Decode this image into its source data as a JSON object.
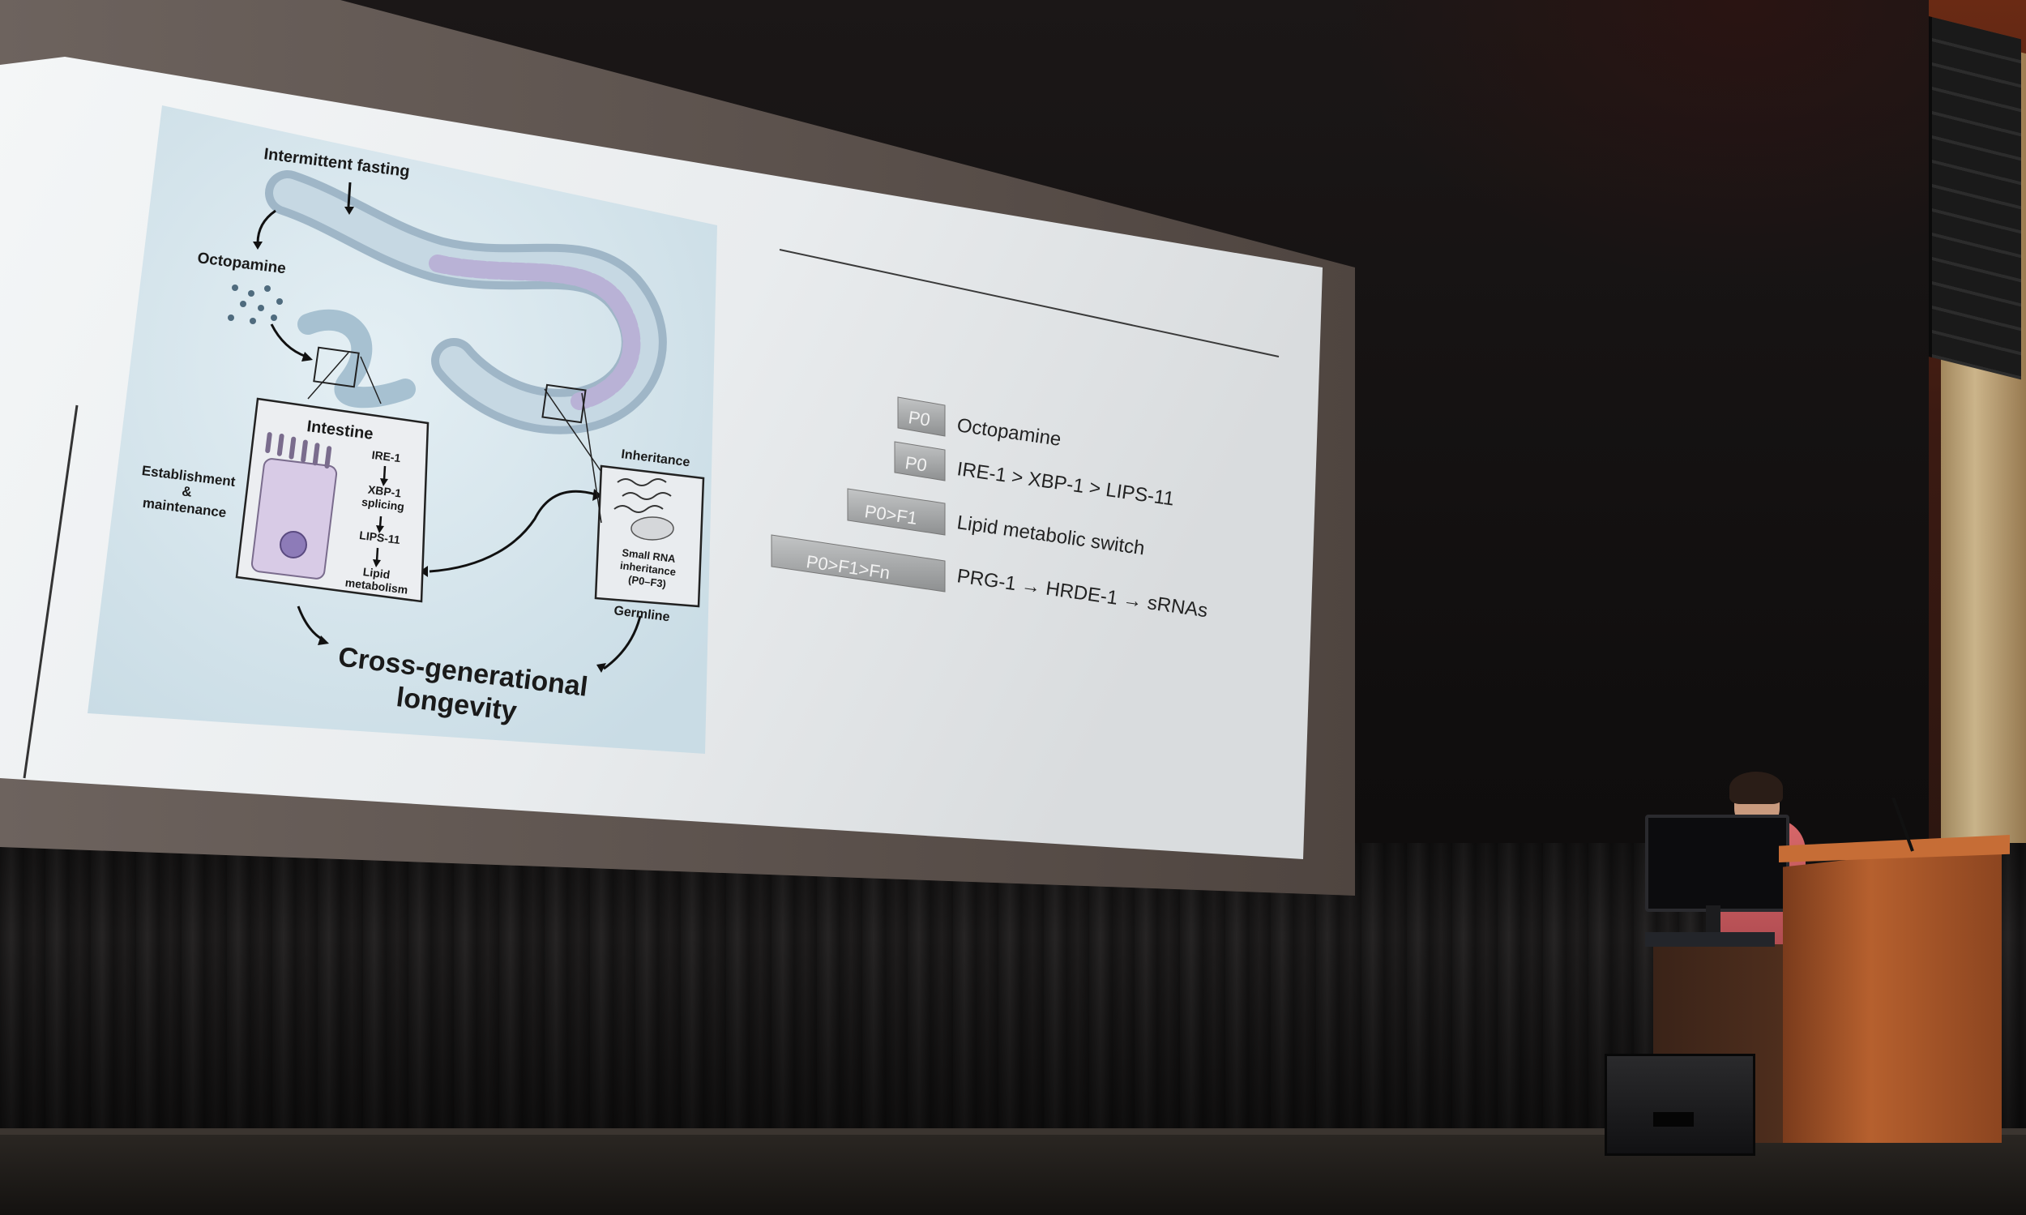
{
  "slide": {
    "diagram": {
      "top_label": "Intermittent fasting",
      "octopamine_label": "Octopamine",
      "intestine_title": "Intestine",
      "pathway_steps": [
        "IRE-1",
        "XBP-1",
        "splicing",
        "LIPS-11",
        "Lipid",
        "metabolism"
      ],
      "side_label_lines": [
        "Establishment",
        "&",
        "maintenance"
      ],
      "inheritance_title": "Inheritance",
      "inheritance_lines": [
        "Small RNA",
        "inheritance",
        "(P0–F3)"
      ],
      "germline_label": "Germline",
      "outcome_lines": [
        "Cross-generational",
        "longevity"
      ]
    },
    "legend_rows": [
      {
        "tag": "P0",
        "text": "Octopamine"
      },
      {
        "tag": "P0",
        "text": "IRE-1 > XBP-1 > LIPS-11"
      },
      {
        "tag": "P0>F1",
        "text": "Lipid metabolic switch"
      },
      {
        "tag": "P0>F1>Fn",
        "text": "PRG-1 → HRDE-1 → sRNAs"
      }
    ]
  },
  "colors": {
    "screen": "#eef1f3",
    "diagram_panel": "#d6e6ee",
    "tag_fill": "#a9abac",
    "text_dark": "#222222"
  }
}
